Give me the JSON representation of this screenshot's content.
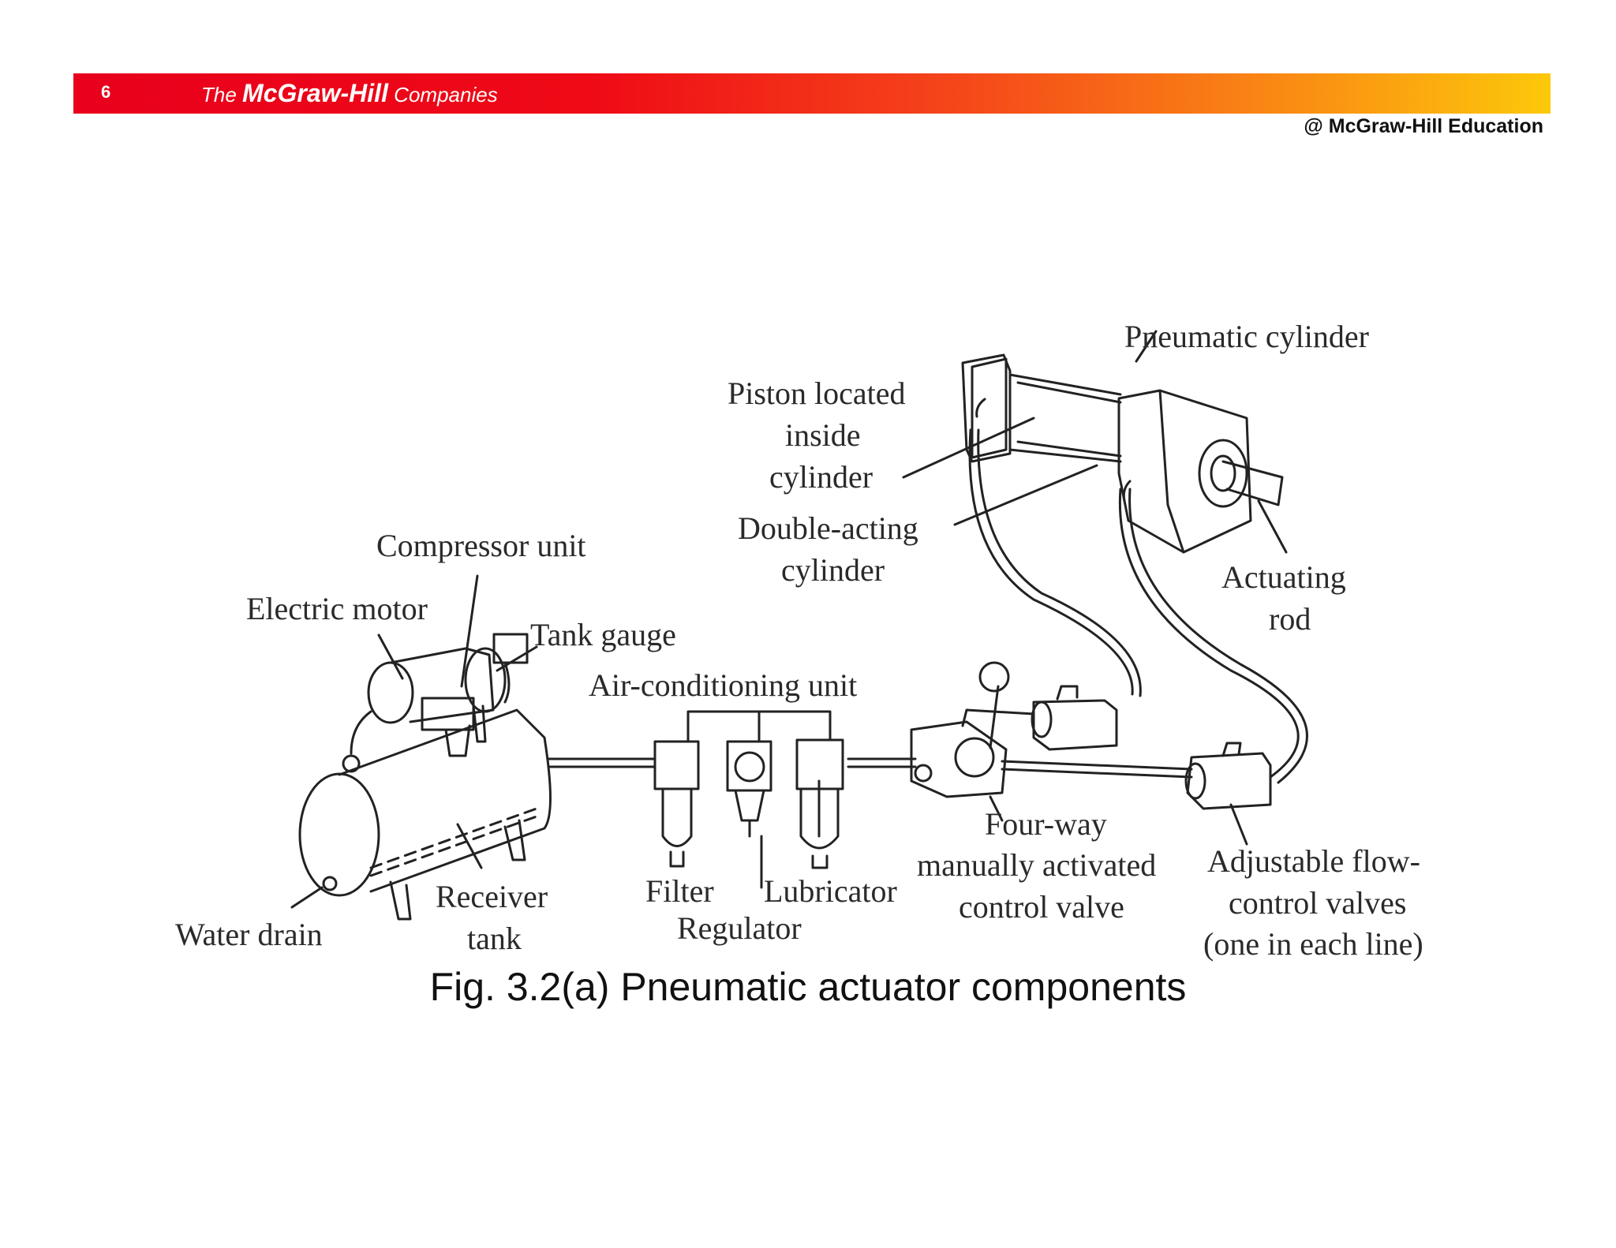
{
  "header": {
    "page_number": "6",
    "brand_prefix": "The ",
    "brand_name": "McGraw-Hill",
    "brand_suffix": " Companies",
    "copyright": "@ McGraw-Hill Education",
    "gradient_colors": [
      "#e8001c",
      "#f5471a",
      "#fdc80a"
    ]
  },
  "diagram": {
    "labels": {
      "pneumatic_cylinder": "Pneumatic cylinder",
      "piston_1": "Piston located",
      "piston_2": "inside",
      "piston_3": "cylinder",
      "double_acting_1": "Double-acting",
      "double_acting_2": "cylinder",
      "actuating_1": "Actuating",
      "actuating_2": "rod",
      "compressor_unit": "Compressor unit",
      "electric_motor": "Electric motor",
      "tank_gauge": "Tank gauge",
      "air_conditioning_unit": "Air-conditioning unit",
      "water_drain": "Water drain",
      "receiver_1": "Receiver",
      "receiver_2": "tank",
      "filter": "Filter",
      "lubricator": "Lubricator",
      "regulator": "Regulator",
      "fourway_1": "Four-way",
      "fourway_2": "manually activated",
      "fourway_3": "control valve",
      "flow_1": "Adjustable flow-",
      "flow_2": "control valves",
      "flow_3": "(one in each line)"
    }
  },
  "caption": "Fig. 3.2(a) Pneumatic actuator components"
}
